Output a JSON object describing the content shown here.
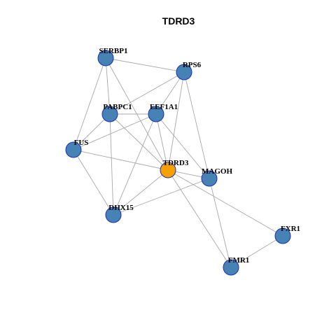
{
  "title": "TDRD3",
  "colors": {
    "hub": "#f5a100",
    "node": "#4682b4",
    "node_border": "#1a2fbf",
    "edge": "#a8a8a8"
  },
  "nodes": [
    {
      "id": "SERBP1",
      "label": "SERBP1",
      "hub": false
    },
    {
      "id": "RPS6",
      "label": "RPS6",
      "hub": false
    },
    {
      "id": "PABPC1",
      "label": "PABPC1",
      "hub": false
    },
    {
      "id": "EEF1A1",
      "label": "EEF1A1",
      "hub": false
    },
    {
      "id": "FUS",
      "label": "FUS",
      "hub": false
    },
    {
      "id": "TDRD3",
      "label": "TDRD3",
      "hub": true
    },
    {
      "id": "MAGOH",
      "label": "MAGOH",
      "hub": false
    },
    {
      "id": "DHX15",
      "label": "DHX15",
      "hub": false
    },
    {
      "id": "FXR1",
      "label": "FXR1",
      "hub": false
    },
    {
      "id": "FMR1",
      "label": "FMR1",
      "hub": false
    }
  ],
  "edges": [
    [
      "SERBP1",
      "RPS6"
    ],
    [
      "SERBP1",
      "PABPC1"
    ],
    [
      "SERBP1",
      "FUS"
    ],
    [
      "SERBP1",
      "TDRD3"
    ],
    [
      "RPS6",
      "PABPC1"
    ],
    [
      "RPS6",
      "EEF1A1"
    ],
    [
      "RPS6",
      "TDRD3"
    ],
    [
      "RPS6",
      "MAGOH"
    ],
    [
      "PABPC1",
      "EEF1A1"
    ],
    [
      "PABPC1",
      "FUS"
    ],
    [
      "PABPC1",
      "TDRD3"
    ],
    [
      "PABPC1",
      "DHX15"
    ],
    [
      "EEF1A1",
      "FUS"
    ],
    [
      "EEF1A1",
      "TDRD3"
    ],
    [
      "EEF1A1",
      "MAGOH"
    ],
    [
      "EEF1A1",
      "DHX15"
    ],
    [
      "FUS",
      "TDRD3"
    ],
    [
      "FUS",
      "DHX15"
    ],
    [
      "TDRD3",
      "MAGOH"
    ],
    [
      "TDRD3",
      "DHX15"
    ],
    [
      "TDRD3",
      "FXR1"
    ],
    [
      "TDRD3",
      "FMR1"
    ],
    [
      "MAGOH",
      "DHX15"
    ],
    [
      "MAGOH",
      "FMR1"
    ],
    [
      "FXR1",
      "FMR1"
    ]
  ]
}
